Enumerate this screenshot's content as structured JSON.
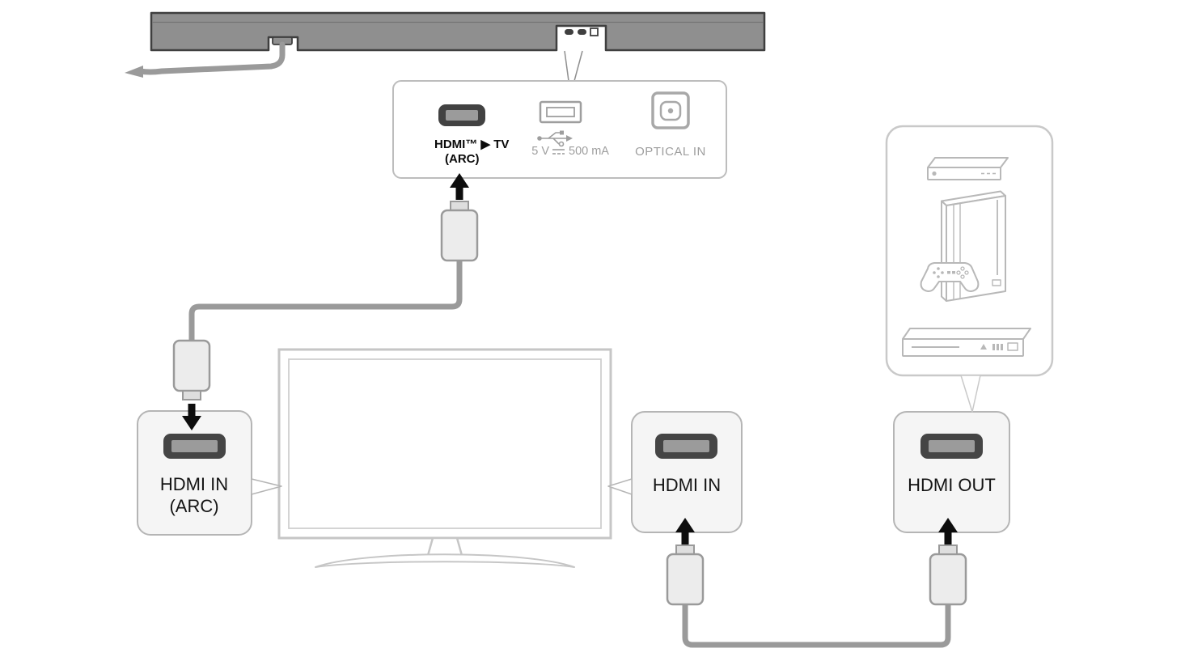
{
  "panel": {
    "hdmi": {
      "line1": "HDMI™ ▶ TV",
      "line2": "(ARC)"
    },
    "usb": {
      "voltage": "5 V",
      "current": "500 mA"
    },
    "optical": {
      "label": "OPTICAL IN"
    }
  },
  "arc_box": {
    "line1": "HDMI IN",
    "line2": "(ARC)"
  },
  "tv_in_box": {
    "label": "HDMI IN"
  },
  "out_box": {
    "label": "HDMI OUT"
  },
  "icons": {
    "soundbar": "soundbar-illustration",
    "hdmi_port": "hdmi-port-icon",
    "usb_port": "usb-port-icon",
    "usb_symbol": "usb-trident-icon",
    "dc_symbol": "dc-symbol-icon",
    "optical_port": "optical-port-icon",
    "hdmi_plug": "hdmi-plug-icon",
    "arrow": "direction-arrow-icon",
    "tv": "tv-icon",
    "set_top_box": "set-top-box-icon",
    "game_console": "game-console-icon",
    "gamepad": "gamepad-icon",
    "disc_player": "disc-player-icon"
  },
  "colors": {
    "soundbar_body": "#8f8f8f",
    "soundbar_outline": "#3f3f3f",
    "cable": "#9a9a9a",
    "plug_fill": "#ececec",
    "plug_tip_fill": "#dedede",
    "panel_border": "#bdbdbd",
    "box_fill": "#f5f5f5",
    "box_border": "#b5b5b5",
    "port_dark": "#424242",
    "port_inner": "#9b9b9b",
    "muted_gray": "#9e9e9e",
    "tv_outline": "#c6c6c6",
    "device_icon_gray": "#b8b8b8",
    "arrow_black": "#0d0d0d",
    "label_text": "#141414"
  }
}
